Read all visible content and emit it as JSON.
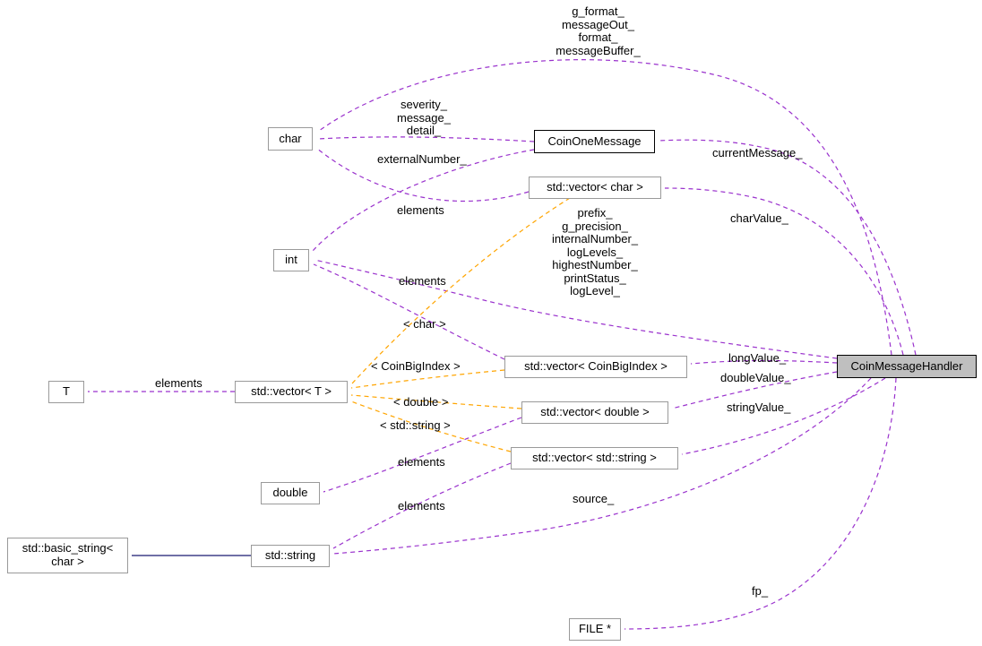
{
  "diagram_title": "CoinMessageHandler collaboration diagram",
  "colors": {
    "usage_edge": "#9a32cd",
    "template_edge": "#ffa500",
    "inheritance_edge": "#191970",
    "main_node_fill": "#bfbfbf"
  },
  "nodes": {
    "char": "char",
    "coin_one_message": "CoinOneMessage",
    "vector_char": "std::vector< char >",
    "int": "int",
    "vector_coinbigindex": "std::vector< CoinBigIndex >",
    "vector_t": "std::vector< T >",
    "t": "T",
    "vector_double": "std::vector< double >",
    "vector_string": "std::vector< std::string >",
    "double": "double",
    "basic_string": "std::basic_string<\nchar >",
    "std_string": "std::string",
    "file_ptr": "FILE *",
    "coin_message_handler": "CoinMessageHandler"
  },
  "edge_labels": {
    "format_group": "g_format_\nmessageOut_\nformat_\nmessageBuffer_",
    "severity_group": "severity_\nmessage_\ndetail_",
    "external_number": "externalNumber_",
    "current_message": "currentMessage_",
    "elements_char": "elements",
    "char_value": "charValue_",
    "prefix_group": "prefix_\ng_precision_\ninternalNumber_\nlogLevels_\nhighestNumber_\nprintStatus_\nlogLevel_",
    "elements_int": "elements",
    "tmpl_char": "< char >",
    "tmpl_coinbigindex": "< CoinBigIndex >",
    "elements_t": "elements",
    "tmpl_double": "< double >",
    "tmpl_string": "< std::string >",
    "long_value": "longValue_",
    "double_value": "doubleValue_",
    "string_value": "stringValue_",
    "elements_double": "elements",
    "elements_string": "elements",
    "source": "source_",
    "fp": "fp_"
  }
}
